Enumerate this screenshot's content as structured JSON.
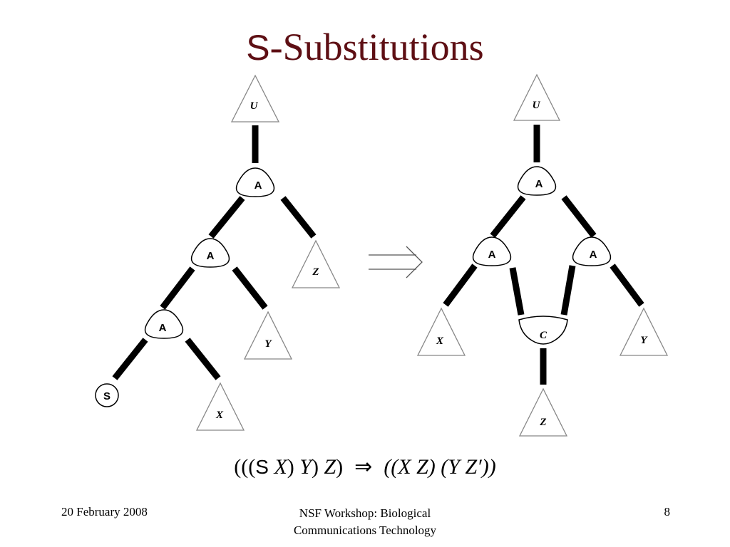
{
  "title": {
    "symbol": "S",
    "text": "-Substitutions"
  },
  "diagram": {
    "left_tree": {
      "triangles": {
        "u": "U",
        "z": "Z",
        "y": "Y",
        "x": "X"
      },
      "nodes": {
        "a1": "A",
        "a2": "A",
        "a3": "A",
        "s": "S"
      }
    },
    "right_tree": {
      "triangles": {
        "u": "U",
        "x": "X",
        "y": "Y",
        "z": "Z"
      },
      "nodes": {
        "a1": "A",
        "a2": "A",
        "a3": "A",
        "c": "C"
      }
    }
  },
  "formula": {
    "lhs_open": "(((",
    "lhs_symbol": "S",
    "lhs_rest_1": " X",
    "lhs_rest_2": ") ",
    "lhs_rest_3": "Y",
    "lhs_rest_4": ") ",
    "lhs_rest_5": "Z",
    "lhs_close": ")",
    "implies": "⇒",
    "rhs": "((X Z) (Y Z′))"
  },
  "footer": {
    "date": "20 February 2008",
    "venue_line1": "NSF Workshop: Biological",
    "venue_line2": "Communications Technology",
    "page": "8"
  },
  "colors": {
    "title": "#5e0f14",
    "ink": "#000000"
  }
}
